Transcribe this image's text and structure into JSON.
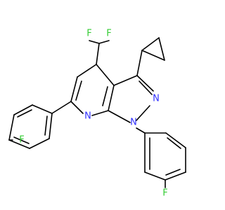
{
  "atoms": {
    "f_chf2_left": "F",
    "f_chf2_right": "F",
    "n_pyrazole_2": "N",
    "n_pyrazole_1": "N",
    "n_pyridine": "N",
    "f_para_left_phenyl": "F",
    "f_para_bottom_phenyl": "F"
  },
  "colors": {
    "bond": "#000000",
    "nitrogen": "#3333ff",
    "fluorine": "#33cc33",
    "background": "#ffffff"
  }
}
